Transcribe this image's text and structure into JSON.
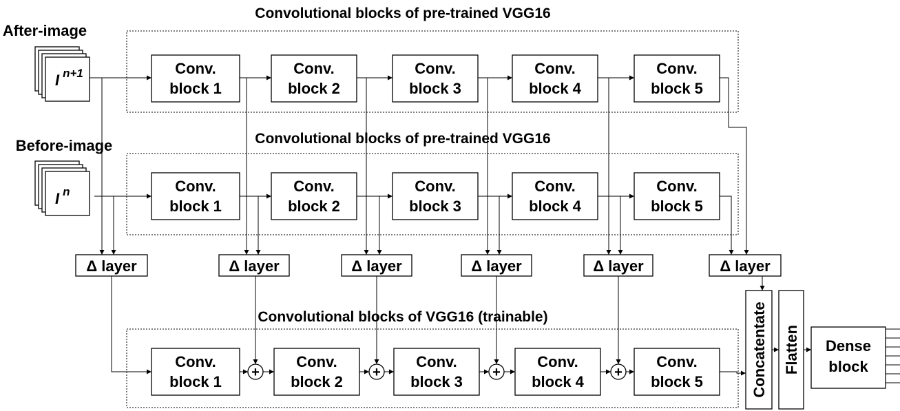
{
  "after": {
    "title": "Convolutional blocks of pre-trained VGG16",
    "side_label": "After-image",
    "image_symbol": "I",
    "image_superscript": "n+1",
    "blocks": [
      {
        "line1": "Conv.",
        "line2": "block 1"
      },
      {
        "line1": "Conv.",
        "line2": "block 2"
      },
      {
        "line1": "Conv.",
        "line2": "block 3"
      },
      {
        "line1": "Conv.",
        "line2": "block 4"
      },
      {
        "line1": "Conv.",
        "line2": "block 5"
      }
    ]
  },
  "before": {
    "title": "Convolutional blocks of pre-trained VGG16",
    "side_label": "Before-image",
    "image_symbol": "I",
    "image_superscript": "n",
    "blocks": [
      {
        "line1": "Conv.",
        "line2": "block 1"
      },
      {
        "line1": "Conv.",
        "line2": "block 2"
      },
      {
        "line1": "Conv.",
        "line2": "block 3"
      },
      {
        "line1": "Conv.",
        "line2": "block 4"
      },
      {
        "line1": "Conv.",
        "line2": "block 5"
      }
    ]
  },
  "delta_layers": [
    "Δ layer",
    "Δ layer",
    "Δ layer",
    "Δ layer",
    "Δ layer",
    "Δ layer"
  ],
  "trainable": {
    "title": "Convolutional blocks of VGG16 (trainable)",
    "blocks": [
      {
        "line1": "Conv.",
        "line2": "block 1"
      },
      {
        "line1": "Conv.",
        "line2": "block 2"
      },
      {
        "line1": "Conv.",
        "line2": "block 3"
      },
      {
        "line1": "Conv.",
        "line2": "block 4"
      },
      {
        "line1": "Conv.",
        "line2": "block 5"
      }
    ]
  },
  "add_symbol": "+",
  "concatenate_label": "Concatentate",
  "flatten_label": "Flatten",
  "dense": {
    "line1": "Dense",
    "line2": "block"
  }
}
